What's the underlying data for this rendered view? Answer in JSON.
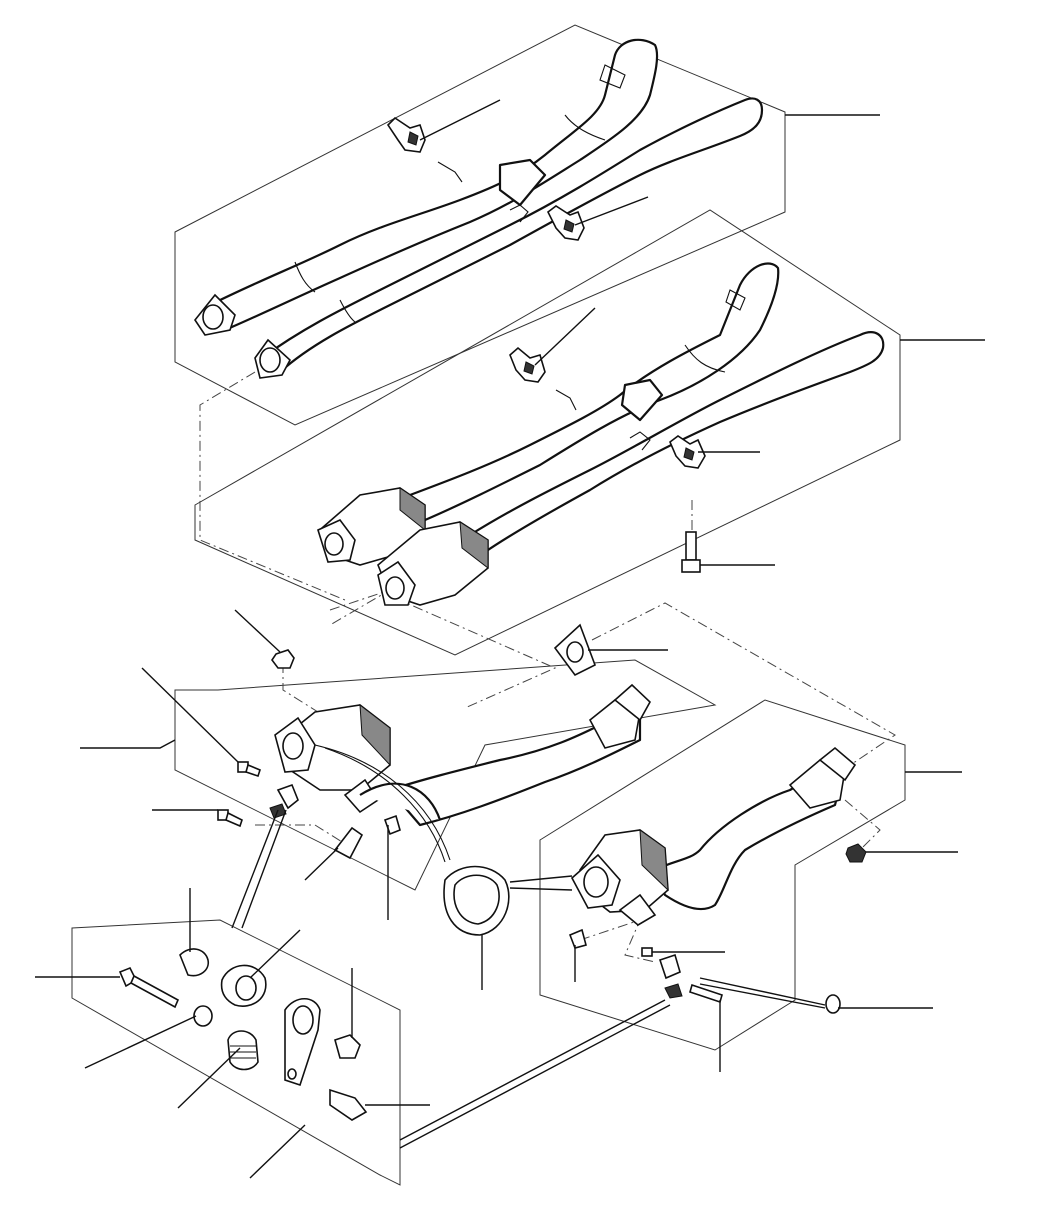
{
  "diagram": {
    "kind": "exploded-parts-view",
    "subject": "exhaust-system",
    "colors": {
      "line": "#111111",
      "background": "#ffffff"
    },
    "callouts_with_text": 0
  }
}
